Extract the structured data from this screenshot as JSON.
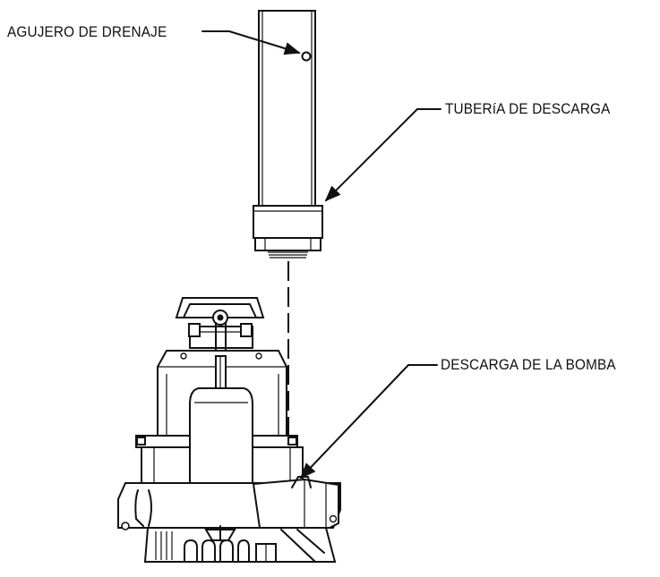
{
  "callouts": {
    "drain_hole": "AGUJERO DE DRENAJE",
    "discharge_pipe": "TUBERíA DE DESCARGA",
    "pump_discharge": "DESCARGA DE LA BOMBA"
  },
  "colors": {
    "ink": "#111111",
    "paper": "#ffffff"
  }
}
